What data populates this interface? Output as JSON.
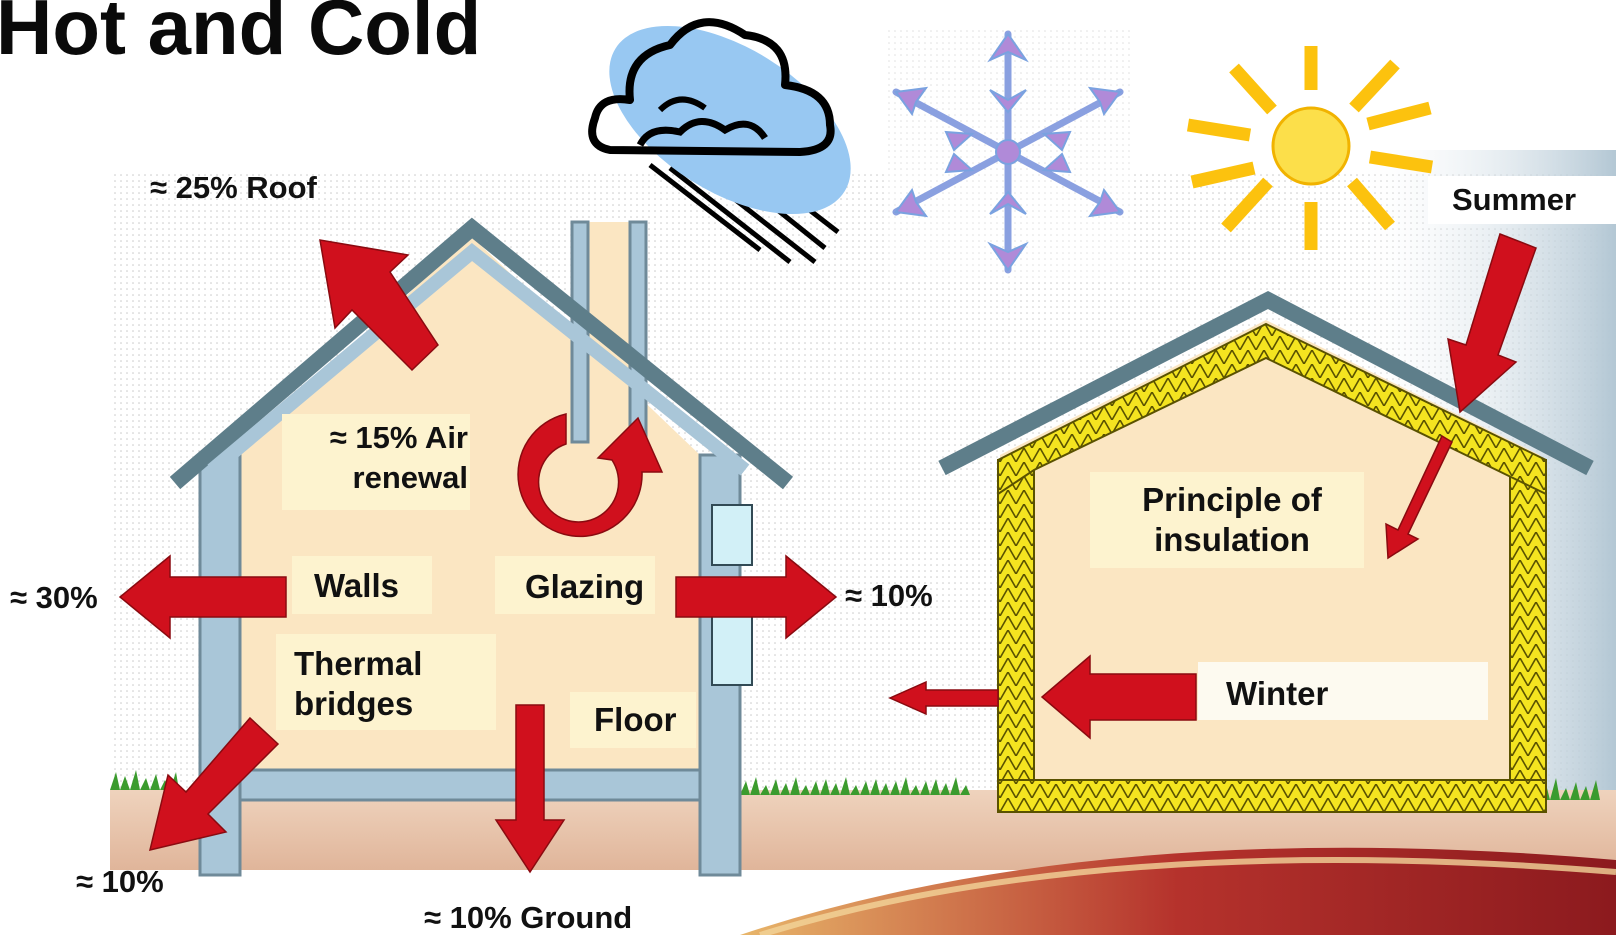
{
  "title": "Hot and Cold",
  "old_house": {
    "roof": "≈ 25% Roof",
    "air_line1": "≈ 15% Air",
    "air_line2": "renewal",
    "walls_pct": "≈ 30%",
    "walls": "Walls",
    "glazing": "Glazing",
    "glazing_pct": "≈ 10%",
    "thermal_line1": "Thermal",
    "thermal_line2": "bridges",
    "thermal_pct": "≈ 10%",
    "floor": "Floor",
    "ground": "≈ 10% Ground"
  },
  "insulated_house": {
    "season_summer": "Summer",
    "principle_line1": "Principle of",
    "principle_line2": "insulation",
    "season_winter": "Winter"
  },
  "icons": [
    "rain-cloud-icon",
    "snowflake-icon",
    "sun-icon"
  ],
  "colors": {
    "arrow": "#d0101d",
    "wall": "#a9c6d8",
    "roof": "#5e7e8a",
    "interior": "#fbe6c2",
    "insulation": "#f2e21a",
    "ground": "#e9c7b0",
    "sun": "#fcc20e",
    "cloud": "#98c8f2",
    "sky": "#b7cbd7",
    "accent": "#a01f24"
  }
}
